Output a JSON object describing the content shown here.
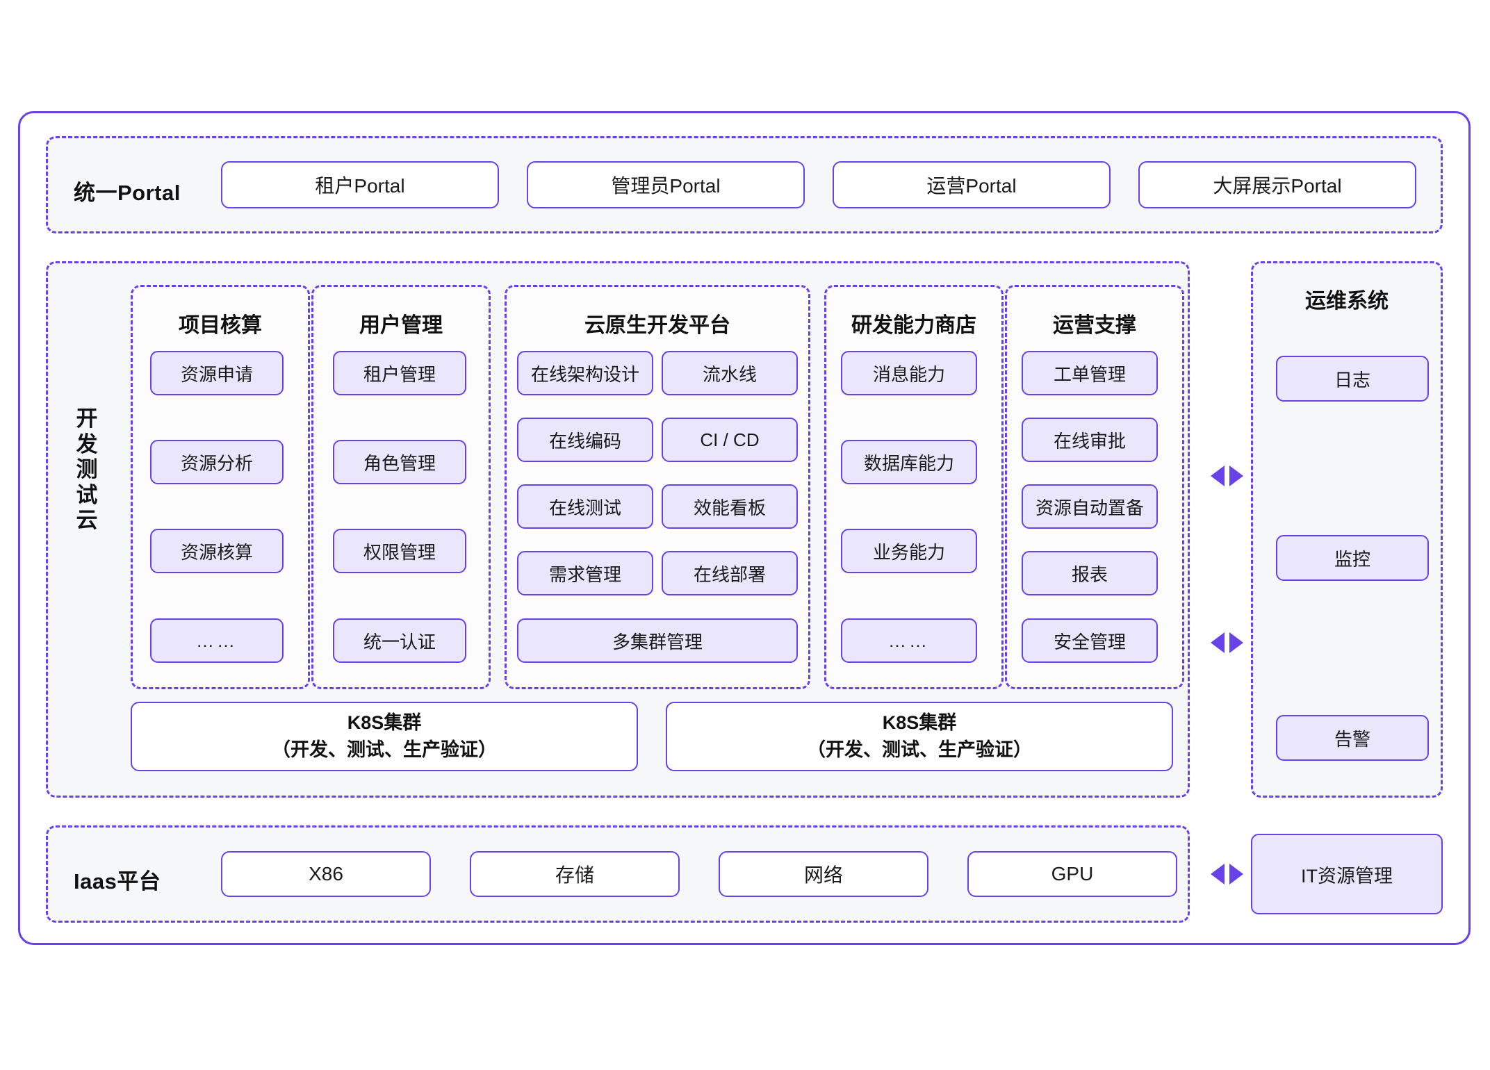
{
  "colors": {
    "accent": "#6841e8",
    "fill_lavender": "#eae6fb",
    "section_bg": "#f6f7f9",
    "page_bg": "#ffffff"
  },
  "portal_row": {
    "label": "统一Portal",
    "items": [
      {
        "label": "租户Portal"
      },
      {
        "label": "管理员Portal"
      },
      {
        "label": "运营Portal"
      },
      {
        "label": "大屏展示Portal"
      }
    ]
  },
  "dev_test_cloud": {
    "side_label": "开发测试云",
    "groups": [
      {
        "title": "项目核算",
        "items": [
          {
            "label": "资源申请"
          },
          {
            "label": "资源分析"
          },
          {
            "label": "资源核算"
          },
          {
            "label": "……"
          }
        ]
      },
      {
        "title": "用户管理",
        "items": [
          {
            "label": "租户管理"
          },
          {
            "label": "角色管理"
          },
          {
            "label": "权限管理"
          },
          {
            "label": "统一认证"
          }
        ]
      },
      {
        "title": "云原生开发平台",
        "grid": [
          {
            "label": "在线架构设计"
          },
          {
            "label": "流水线"
          },
          {
            "label": "在线编码"
          },
          {
            "label": "CI / CD"
          },
          {
            "label": "在线测试"
          },
          {
            "label": "效能看板"
          },
          {
            "label": "需求管理"
          },
          {
            "label": "在线部署"
          }
        ],
        "full_width_item": {
          "label": "多集群管理"
        }
      },
      {
        "title": "研发能力商店",
        "items": [
          {
            "label": "消息能力"
          },
          {
            "label": "数据库能力"
          },
          {
            "label": "业务能力"
          },
          {
            "label": "……"
          }
        ]
      },
      {
        "title": "运营支撑",
        "items": [
          {
            "label": "工单管理"
          },
          {
            "label": "在线审批"
          },
          {
            "label": "资源自动置备"
          },
          {
            "label": "报表"
          },
          {
            "label": "安全管理"
          }
        ]
      }
    ],
    "clusters": [
      {
        "line1": "K8S集群",
        "line2": "（开发、测试、生产验证）"
      },
      {
        "line1": "K8S集群",
        "line2": "（开发、测试、生产验证）"
      }
    ]
  },
  "ops_system": {
    "title": "运维系统",
    "items": [
      {
        "label": "日志"
      },
      {
        "label": "监控"
      },
      {
        "label": "告警"
      }
    ]
  },
  "iaas_row": {
    "label": "Iaas平台",
    "items": [
      {
        "label": "X86"
      },
      {
        "label": "存储"
      },
      {
        "label": "网络"
      },
      {
        "label": "GPU"
      }
    ],
    "side_box": {
      "label": "IT资源管理"
    }
  }
}
